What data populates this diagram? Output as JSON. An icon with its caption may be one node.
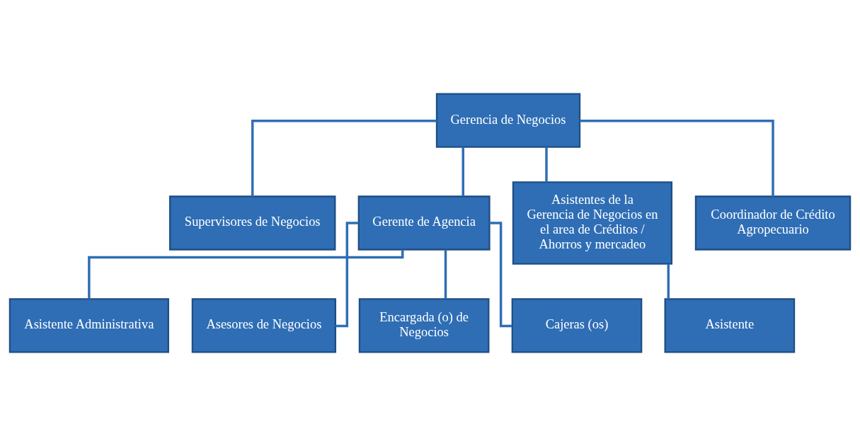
{
  "diagram": {
    "nodes": [
      {
        "text": [
          "Gerencia de Negocios"
        ]
      },
      {
        "text": [
          "Supervisores de Negocios"
        ]
      },
      {
        "text": [
          "Gerente de Agencia"
        ]
      },
      {
        "text": [
          "Asistentes de la Gerencia de Negocios en el area de Créditos / Ahorros y mercadeo"
        ]
      },
      {
        "text": [
          "Coordinador de Crédito Agropecuario"
        ]
      },
      {
        "text": [
          "Asistente Administrativa"
        ]
      },
      {
        "text": [
          "Asesores de Negocios"
        ]
      },
      {
        "text": [
          "Asistente"
        ]
      },
      {
        "text": [
          "Encargada (o) de Negocios"
        ]
      },
      {
        "text": [
          "Cajeras (os)"
        ]
      }
    ],
    "edges": [
      {
        "from": 0,
        "to": 1,
        "arrow": "none"
      },
      {
        "from": 0,
        "to": 2,
        "arrow": "none"
      },
      {
        "from": 0,
        "to": 3,
        "arrow": "none"
      },
      {
        "from": 0,
        "to": 4,
        "arrow": "none"
      },
      {
        "from": 2,
        "to": 5,
        "arrow": "none"
      },
      {
        "from": 2,
        "to": 6,
        "arrow": "none"
      },
      {
        "from": 3,
        "to": 7,
        "arrow": "none"
      },
      {
        "from": 2,
        "to": 8,
        "arrow": "none"
      },
      {
        "from": 2,
        "to": 9,
        "arrow": "none"
      }
    ]
  }
}
